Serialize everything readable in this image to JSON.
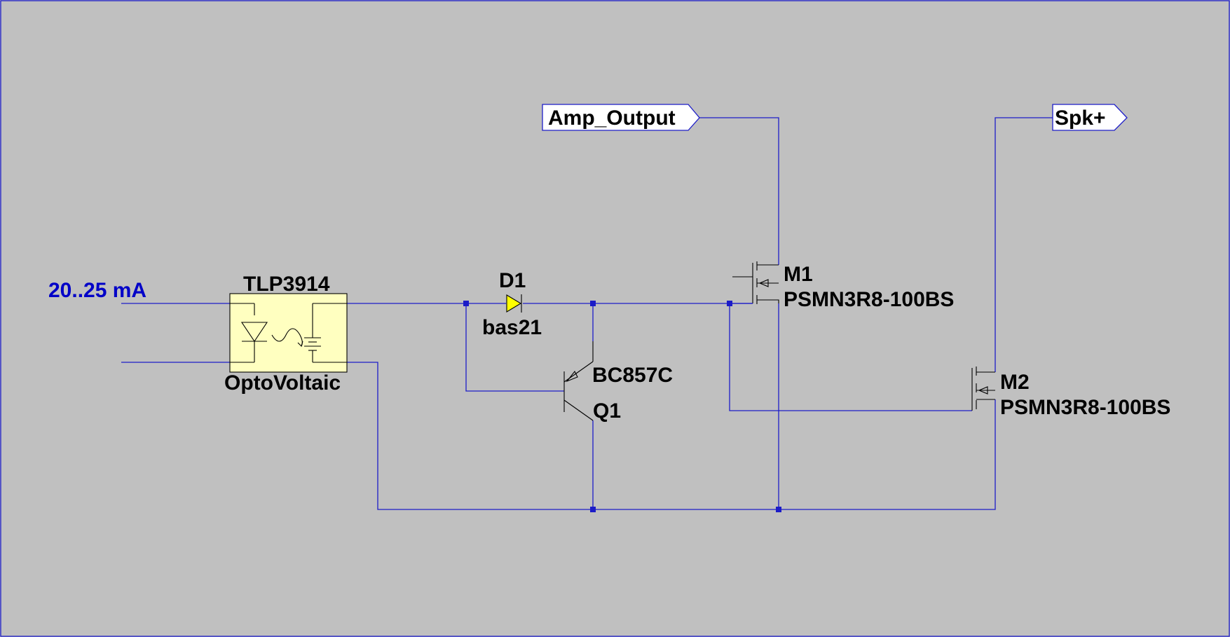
{
  "colors": {
    "background": "#c0c0c0",
    "wire": "#1c1cc8",
    "component_fill": "#ffffc0",
    "diode_fill": "#ffff00",
    "label_blue": "#0000c8"
  },
  "source_label": "20..25 mA",
  "opto": {
    "ref": "TLP3914",
    "value": "OptoVoltaic"
  },
  "diode": {
    "ref": "D1",
    "value": "bas21"
  },
  "transistor": {
    "ref": "Q1",
    "value": "BC857C"
  },
  "mosfet1": {
    "ref": "M1",
    "value": "PSMN3R8-100BS"
  },
  "mosfet2": {
    "ref": "M2",
    "value": "PSMN3R8-100BS"
  },
  "net_labels": {
    "amp_output": "Amp_Output",
    "speaker": "Spk+"
  }
}
